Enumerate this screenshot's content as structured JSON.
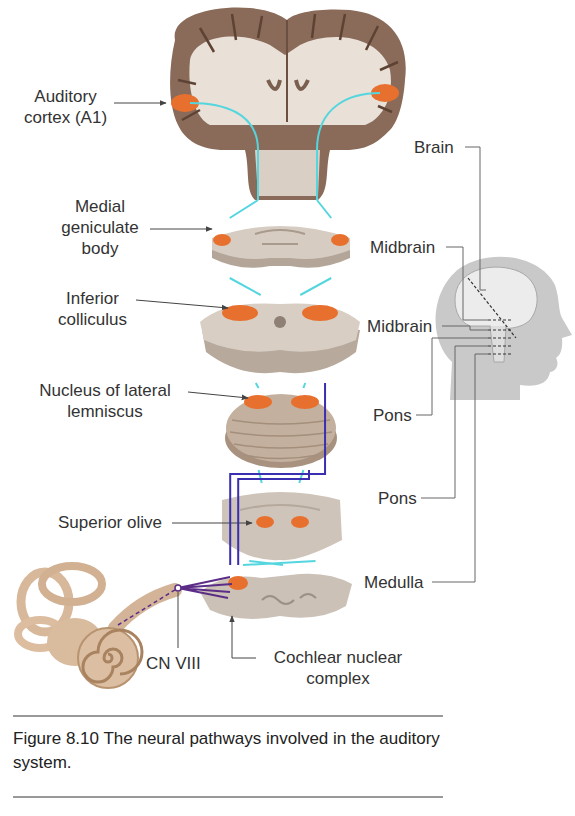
{
  "diagram": {
    "caption": "Figure 8.10 The neural pathways involved in the auditory system.",
    "nodes": [
      {
        "text": [
          "Auditory cortex (A1)",
          "Brain"
        ]
      },
      {
        "text": [
          "Medial geniculate body",
          "Midbrain"
        ]
      },
      {
        "text": [
          "Inferior colliculus",
          "Midbrain"
        ]
      },
      {
        "text": [
          "Nucleus of lateral lemniscus",
          "Pons"
        ]
      },
      {
        "text": [
          "Superior olive",
          "Pons"
        ]
      },
      {
        "text": [
          "Medulla",
          "Cochlear nuclear complex"
        ]
      }
    ],
    "edges": [
      {
        "from": 5,
        "to": 4,
        "arrow": "none"
      },
      {
        "from": 4,
        "to": 3,
        "arrow": "none"
      },
      {
        "from": 3,
        "to": 2,
        "arrow": "none"
      },
      {
        "from": 2,
        "to": 1,
        "arrow": "none"
      },
      {
        "from": 1,
        "to": 0,
        "arrow": "none"
      },
      {
        "from": 5,
        "to": 3,
        "arrow": "none"
      },
      {
        "from": 5,
        "to": 2,
        "arrow": "none"
      }
    ],
    "labels": [
      "CN VIII"
    ]
  }
}
